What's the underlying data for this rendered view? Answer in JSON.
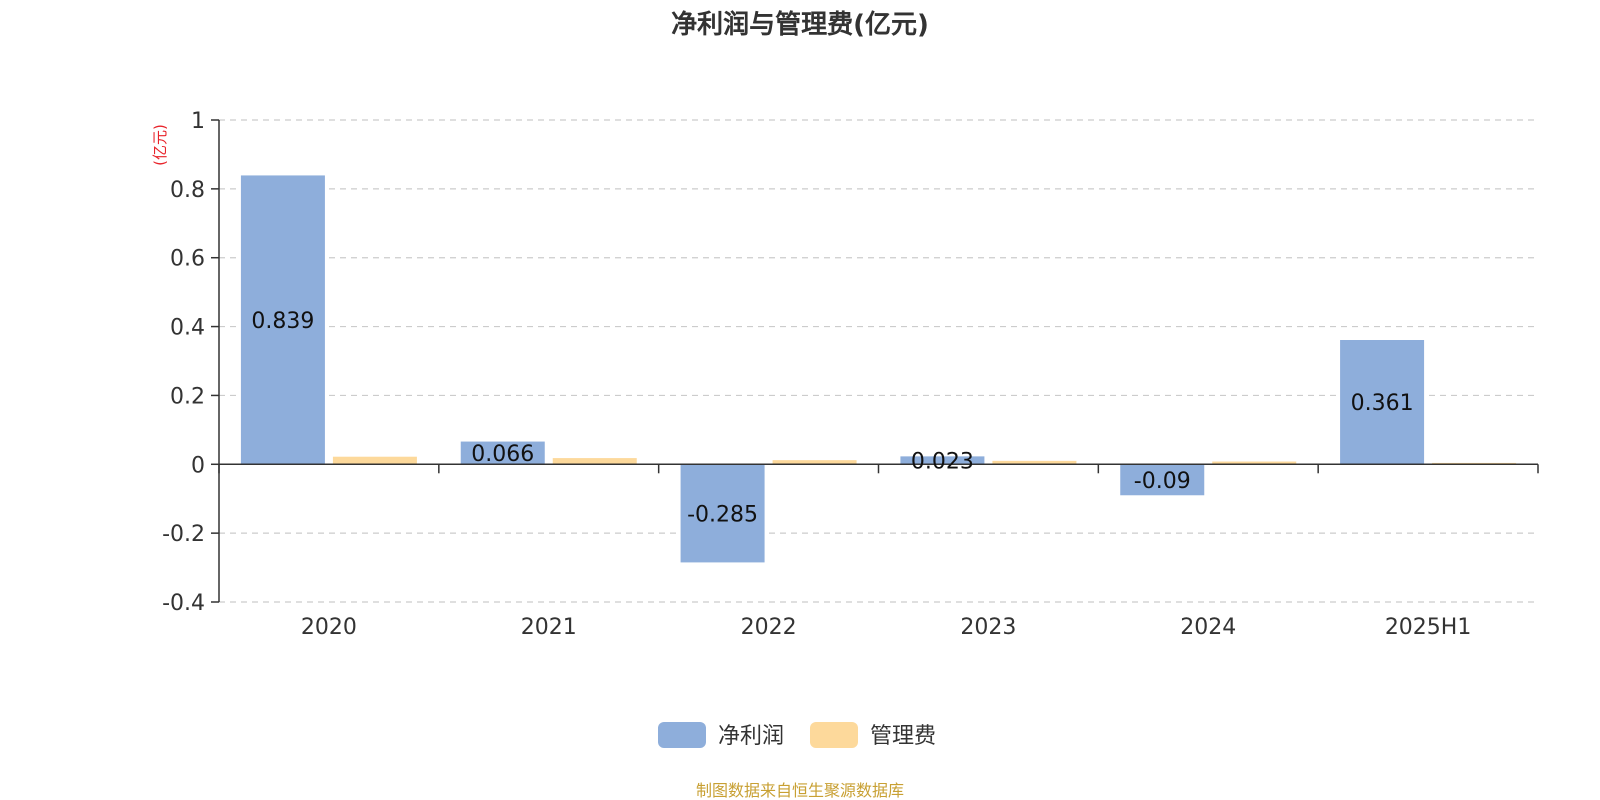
{
  "chart_data": {
    "type": "bar",
    "title": "净利润与管理费(亿元)",
    "y_unit": "(亿元)",
    "categories": [
      "2020",
      "2021",
      "2022",
      "2023",
      "2024",
      "2025H1"
    ],
    "series": [
      {
        "name": "净利润",
        "color": "#8eaedb",
        "values": [
          0.839,
          0.066,
          -0.285,
          0.023,
          -0.09,
          0.361
        ],
        "labels": [
          "0.839",
          "0.066",
          "-0.285",
          "0.023",
          "-0.09",
          "0.361"
        ]
      },
      {
        "name": "管理费",
        "color": "#fdd99b",
        "values": [
          0.022,
          0.018,
          0.012,
          0.01,
          0.008,
          0.004
        ]
      }
    ],
    "yticks": [
      "1",
      "0.8",
      "0.6",
      "0.4",
      "0.2",
      "0",
      "-0.2",
      "-0.4"
    ],
    "ylim": [
      -0.4,
      1
    ],
    "grid": true,
    "legend_position": "bottom-center"
  },
  "source_text": "制图数据来自恒生聚源数据库",
  "colors": {
    "unit": "#e8232a",
    "source": "#c8a033",
    "grid": "#cccccc",
    "axis": "#333333"
  }
}
